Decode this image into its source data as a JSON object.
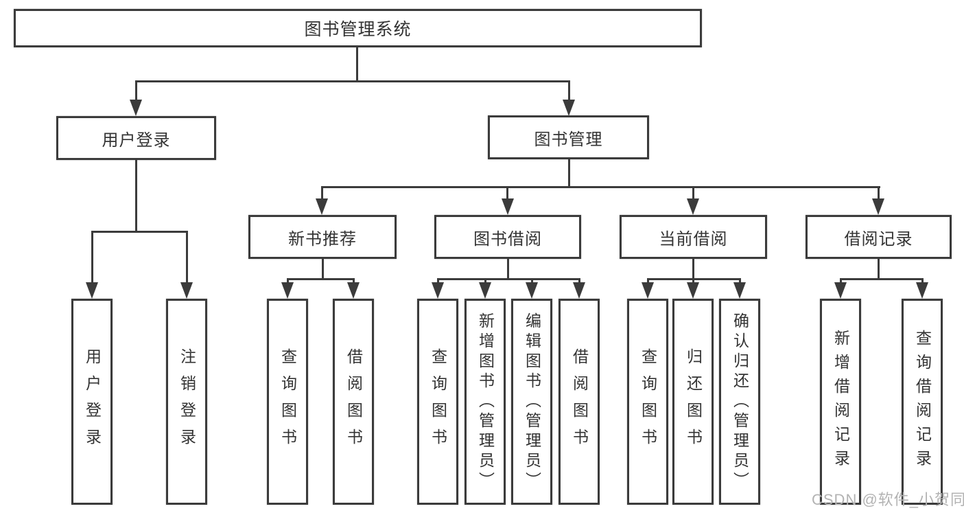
{
  "diagram": {
    "type": "hierarchy-tree",
    "root": {
      "label": "图书管理系统"
    },
    "branches": [
      {
        "label": "用户登录",
        "children": [
          {
            "label": "用户登录"
          },
          {
            "label": "注销登录"
          }
        ]
      },
      {
        "label": "图书管理",
        "children": [
          {
            "label": "新书推荐",
            "children": [
              {
                "label": "查询图书"
              },
              {
                "label": "借阅图书"
              }
            ]
          },
          {
            "label": "图书借阅",
            "children": [
              {
                "label": "查询图书"
              },
              {
                "label": "新增图书（管理员）"
              },
              {
                "label": "编辑图书（管理员）"
              },
              {
                "label": "借阅图书"
              }
            ]
          },
          {
            "label": "当前借阅",
            "children": [
              {
                "label": "查询图书"
              },
              {
                "label": "归还图书"
              },
              {
                "label": "确认归还（管理员）"
              }
            ]
          },
          {
            "label": "借阅记录",
            "children": [
              {
                "label": "新增借阅记录"
              },
              {
                "label": "查询借阅记录"
              }
            ]
          }
        ]
      }
    ]
  },
  "watermark": {
    "text": "CSDN @软件_小贺同学"
  },
  "colors": {
    "line": "#3b3b3b",
    "box_border": "#3b3b3b",
    "text": "#333333",
    "background": "#ffffff",
    "watermark": "#b3b3b3"
  }
}
